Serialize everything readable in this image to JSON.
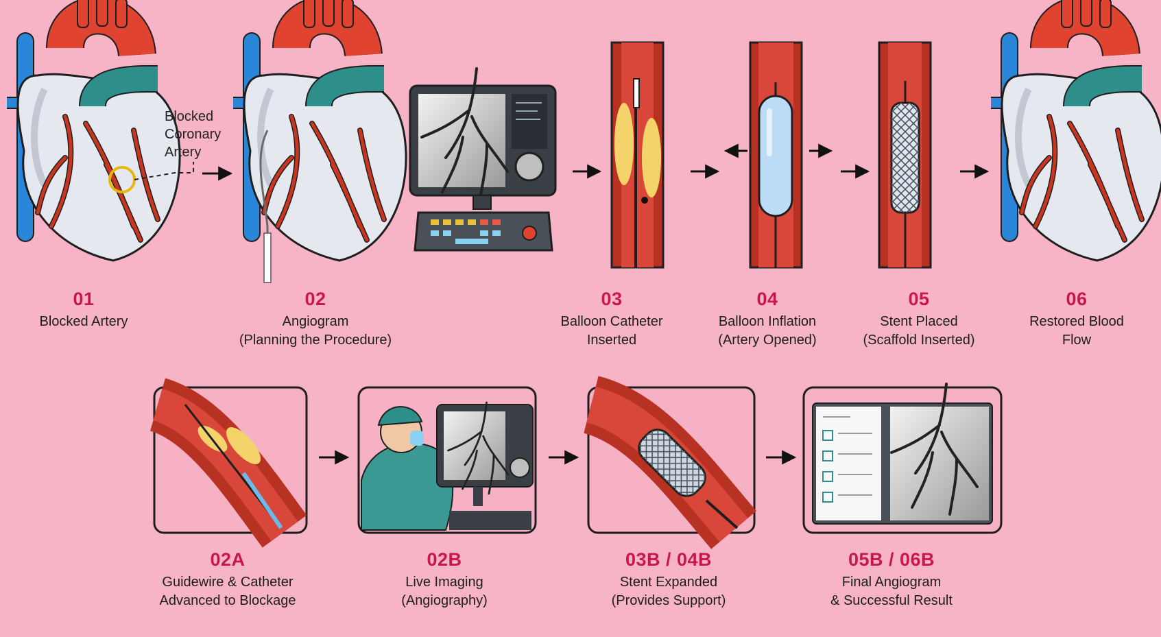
{
  "callout": {
    "lines": [
      "Blocked",
      "Coronary",
      "Artery"
    ]
  },
  "top_steps": [
    {
      "number": "01",
      "lines": [
        "Blocked Artery"
      ]
    },
    {
      "number": "02",
      "lines": [
        "Angiogram",
        "(Planning the Procedure)"
      ]
    },
    {
      "number": "03",
      "lines": [
        "Balloon Catheter",
        "Inserted"
      ]
    },
    {
      "number": "04",
      "lines": [
        "Balloon Inflation",
        "(Artery Opened)"
      ]
    },
    {
      "number": "05",
      "lines": [
        "Stent Placed",
        "(Scaffold Inserted)"
      ]
    },
    {
      "number": "06",
      "lines": [
        "Restored Blood",
        "Flow"
      ]
    }
  ],
  "bottom_steps": [
    {
      "number": "02A",
      "lines": [
        "Guidewire & Catheter",
        "Advanced to Blockage"
      ]
    },
    {
      "number": "02B",
      "lines": [
        "Live Imaging",
        "(Angiography)"
      ]
    },
    {
      "number": "03B / 04B",
      "lines": [
        "Stent Expanded",
        "(Provides Support)"
      ]
    },
    {
      "number": "05B / 06B",
      "lines": [
        "Final Angiogram",
        "& Successful Result"
      ]
    }
  ],
  "colors": {
    "background": "#f7b4c6",
    "accent_number": "#c8174f",
    "aorta_red": "#e0432f",
    "vein_blue": "#2a86d8",
    "pulmonary_teal": "#2e8f8a",
    "vessel_wall": "#b83224",
    "plaque_yellow": "#f3d36a",
    "balloon_blue": "#bcdcf5"
  }
}
